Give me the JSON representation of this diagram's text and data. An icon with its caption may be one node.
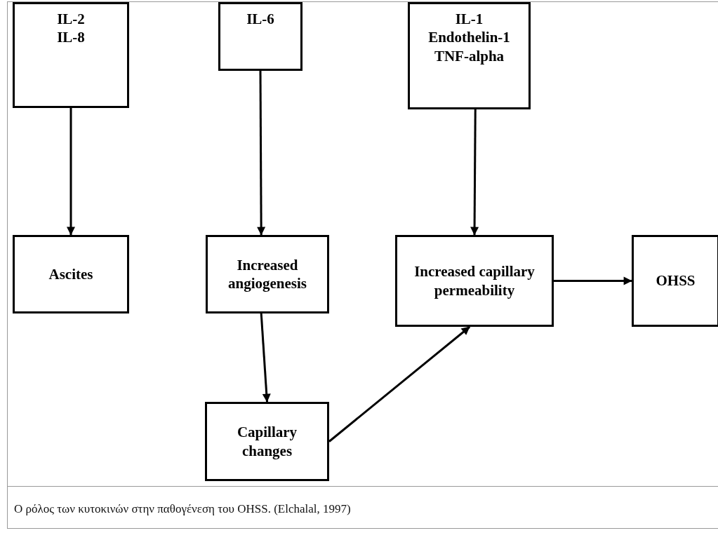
{
  "diagram": {
    "caption": "Ο ρόλος των κυτοκινών στην παθογένεση του OHSS. (Elchalal, 1997)",
    "nodes": [
      {
        "text": [
          "IL-2",
          "IL-8"
        ]
      },
      {
        "text": [
          "IL-6"
        ]
      },
      {
        "text": [
          "IL-1",
          "Endothelin-1",
          "TNF-alpha"
        ]
      },
      {
        "text": [
          "Ascites"
        ]
      },
      {
        "text": [
          "Increased angiogenesis"
        ]
      },
      {
        "text": [
          "Increased capillary permeability"
        ]
      },
      {
        "text": [
          "OHSS"
        ]
      },
      {
        "text": [
          "Capillary changes"
        ]
      }
    ],
    "edges": [
      {
        "from": 0,
        "to": 3,
        "arrow": "to"
      },
      {
        "from": 1,
        "to": 4,
        "arrow": "to"
      },
      {
        "from": 2,
        "to": 5,
        "arrow": "to"
      },
      {
        "from": 4,
        "to": 7,
        "arrow": "to"
      },
      {
        "from": 7,
        "to": 5,
        "arrow": "to"
      },
      {
        "from": 5,
        "to": 6,
        "arrow": "to"
      }
    ]
  }
}
